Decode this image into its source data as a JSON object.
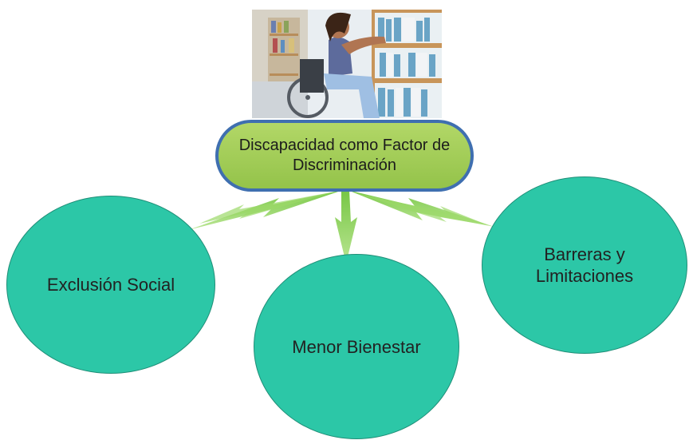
{
  "photo": {
    "description": "Student in a wheelchair reaching for books on a library shelf",
    "colors": {
      "shelf": "#c8955a",
      "blouse": "#5d6b9c",
      "jeans": "#9fbfe3",
      "skin": "#b07552",
      "hair": "#3b2417"
    }
  },
  "center": {
    "label": "Discapacidad como Factor de Discriminación",
    "fill": "#a3cd59",
    "border": "#3f6fb0"
  },
  "nodes": [
    {
      "id": "exclusion",
      "label": "Exclusión Social"
    },
    {
      "id": "menor",
      "label": "Menor Bienestar"
    },
    {
      "id": "barreras",
      "label": "Barreras y Limitaciones"
    }
  ],
  "colors": {
    "node_fill": "#2cc7a7",
    "arrow": "#7fcf49"
  }
}
